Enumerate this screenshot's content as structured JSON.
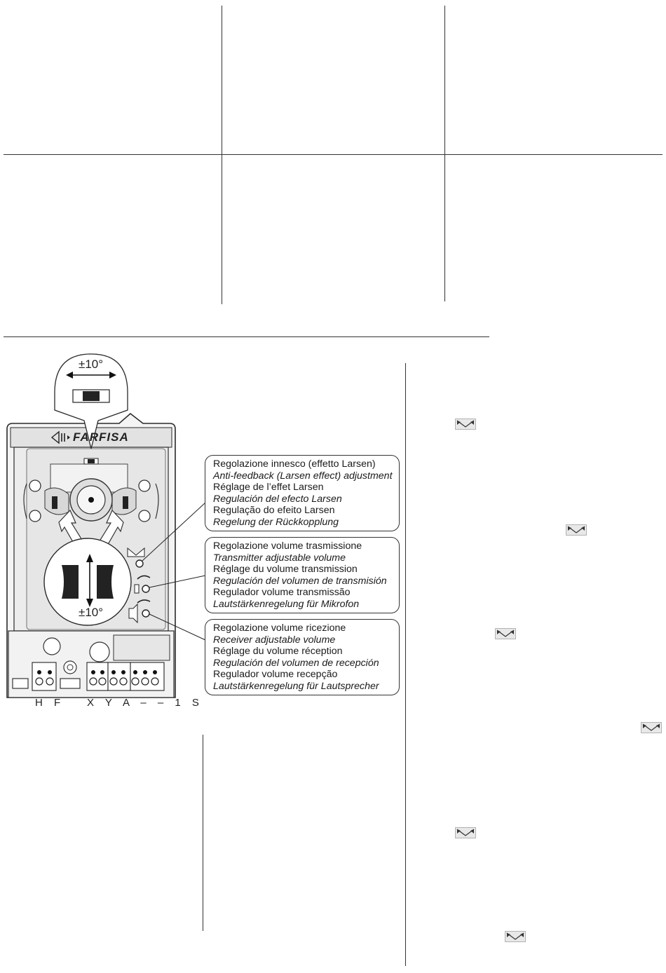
{
  "diagram": {
    "brand": "FARFISA",
    "top_angle": "±10°",
    "side_angle": "±10°",
    "terminals": {
      "left": "H F",
      "right": "X Y A – – 1 S"
    },
    "icons": [
      "wrench-adjust-icon",
      "microphone-icon",
      "speaker-icon",
      "adjust-symbol-icon"
    ]
  },
  "callouts": [
    {
      "lines": [
        "Regolazione innesco (effetto Larsen)",
        "Anti-feedback (Larsen effect) adjustment",
        "Réglage de l’effet Larsen",
        "Regulación del efecto Larsen",
        "Regulação do efeito Larsen",
        "Regelung der Rückkopplung"
      ]
    },
    {
      "lines": [
        "Regolazione volume trasmissione",
        "Transmitter adjustable volume",
        "Réglage du volume transmission",
        "Regulación del volumen de transmisión",
        "Regulador volume transmissão",
        "Lautstärkenregelung für Mikrofon"
      ]
    },
    {
      "lines": [
        "Regolazione volume ricezione",
        "Receiver adjustable volume",
        "Réglage du volume réception",
        "Regulación del volumen de recepción",
        "Regulador volume recepção",
        "Lautstärkenregelung für Lautsprecher"
      ]
    }
  ]
}
